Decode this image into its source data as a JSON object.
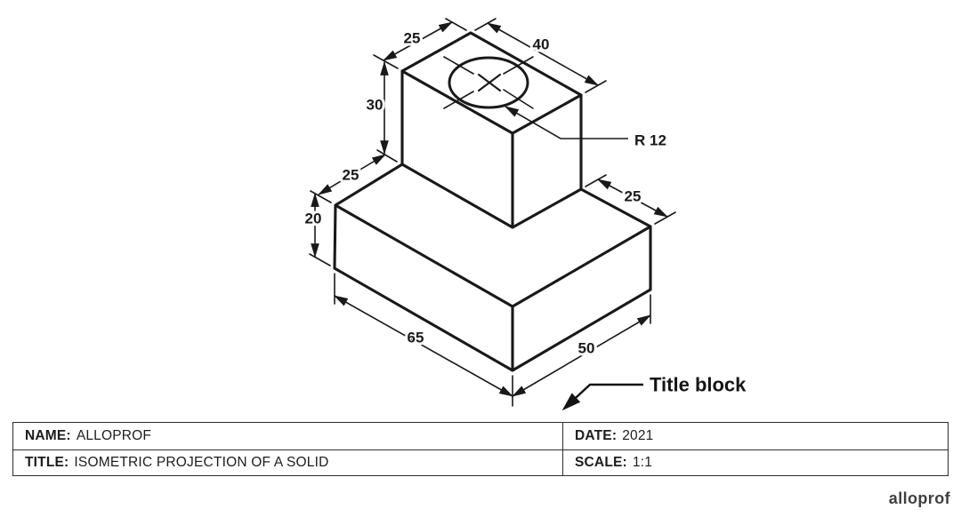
{
  "drawing": {
    "dimensions": {
      "top_box_edge_left": "25",
      "top_box_edge_right": "40",
      "top_box_height": "30",
      "base_shoulder_left": "25",
      "base_height": "20",
      "base_shoulder_right": "25",
      "base_edge_front_left": "65",
      "base_edge_front_right": "50",
      "hole_radius": "R 12"
    },
    "callout": "Title block"
  },
  "title_block": {
    "rows": [
      {
        "left_label": "NAME:",
        "left_value": "ALLOPROF",
        "right_label": "DATE:",
        "right_value": "2021"
      },
      {
        "left_label": "TITLE:",
        "left_value": "ISOMETRIC PROJECTION OF A SOLID",
        "right_label": "SCALE:",
        "right_value": "1:1"
      }
    ]
  },
  "footer": {
    "brand": "alloprof"
  },
  "colors": {
    "line": "#191919",
    "text": "#1c1c1c",
    "background": "#ffffff"
  }
}
